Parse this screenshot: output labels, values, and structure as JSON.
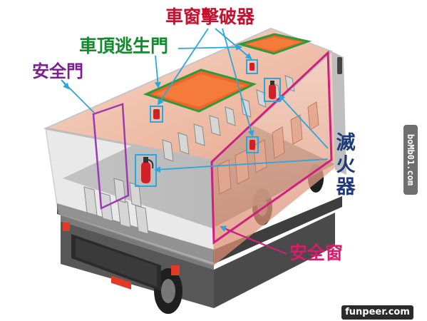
{
  "labels": {
    "emergency_window_breaker": "車窗擊破器",
    "roof_emergency_exit": "車頂逃生門",
    "emergency_door": "安全門",
    "fire_extinguisher": [
      "滅",
      "火",
      "器"
    ],
    "emergency_window": "安全窗"
  },
  "watermarks": {
    "side": "boMb01.com",
    "bottom": "funpeer.com"
  },
  "colors": {
    "breaker_label": "#c8102e",
    "roof_exit_label": "#138a2e",
    "door_label": "#7a1f8f",
    "extinguisher_label": "#1f3a7a",
    "window_label": "#d81b6a",
    "pointer_arrow": "#2aa7dc",
    "callout_box": "#2aa7dc",
    "roof_exit_frame": "#2e9a3a",
    "roof_exit_panel": "#f2642a",
    "window_frame": "#d0207e",
    "extinguisher": "#d0202a"
  },
  "icons": [
    "fire-extinguisher-icon",
    "window-breaker-hammer-icon",
    "arrow-pointer-icon"
  ]
}
